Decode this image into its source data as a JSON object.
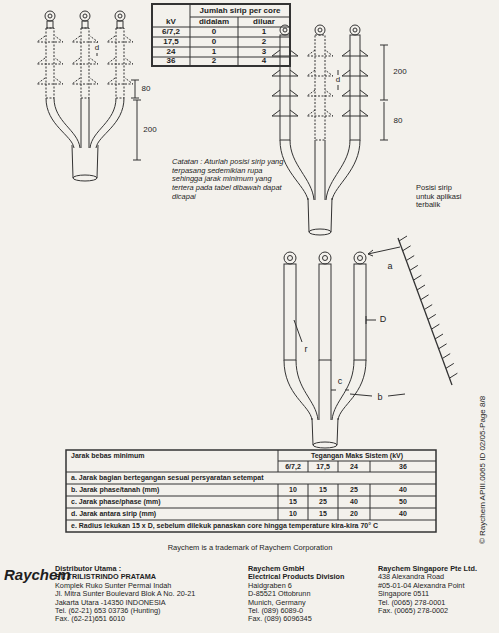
{
  "diagram": {
    "labels": [
      "Jumlah sirip per core",
      "kV",
      "didalam",
      "diluar",
      "6/7,2",
      "0",
      "1",
      "17,5",
      "0",
      "2",
      "24",
      "1",
      "3",
      "36",
      "2",
      "4",
      "d",
      "80",
      "200",
      "200",
      "80",
      "d",
      "Catatan : Aturlah posisi sirip yang terpasang sedemikian rupa sehingga jarak minimum yang tertera pada tabel dibawah dapat dicapai",
      "Posisi sirip untuk aplikasi terbalik",
      "a",
      "r",
      "D",
      "c",
      "b",
      "© Raychem APIII.0065 ID 02/05-Page 8/8",
      "Jarak bebas minimum",
      "Tegangan Maks Sistem (kV)",
      "6/7,2",
      "17,5",
      "24",
      "36",
      "a. Jarak bagian bertegangan sesuai persyaratan setempat",
      "b. Jarak phase/tanah (mm)",
      "10",
      "15",
      "25",
      "40",
      "c. Jarak phase/phase (mm)",
      "15",
      "25",
      "40",
      "50",
      "d. Jarak antara sirip (mm)",
      "10",
      "15",
      "20",
      "40",
      "e. Radius lekukan 15 x D, sebelum dilekuk panaskan core hingga temperature kira-kira 70° C",
      "Raychem is a trademark of Raychem Corporation",
      "Raychem",
      "Distributor Utama :",
      "PT. TRILISTRINDO PRATAMA",
      "Komplek Ruko Sunter Permai Indah",
      "Jl. Mitra Sunter Boulevard Blok A No. 20-21",
      "Jakarta Utara -14350 INDONESIA",
      "Tel. (62-21) 653 03736 (Hunting)",
      "Fax. (62-21)651 6010",
      "Raychem GmbH",
      "Electrical Products Division",
      "Haidgraben 6",
      "D-85521 Ottobrunn",
      "Munich, Germany",
      "Tel. (089) 6089-0",
      "Fax. (089) 6096345",
      "Raychem Singapore Pte Ltd.",
      "438 Alexandra Road",
      "#05-01-04 Alexandra Point",
      "Singapore 0511",
      "Tel. (0065) 278-0001",
      "Fax. (0065) 278-0002"
    ]
  }
}
